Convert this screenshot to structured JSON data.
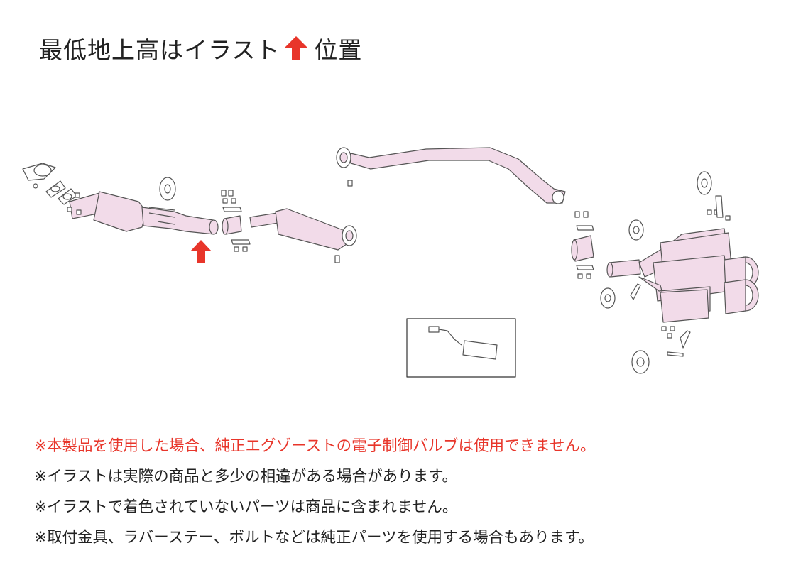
{
  "header": {
    "title_before": "最低地上高はイラスト",
    "title_after": "位置"
  },
  "colors": {
    "pipe_fill": "#f2dbe9",
    "pipe_stroke": "#555555",
    "arrow": "#e8352a",
    "warning_text": "#e8352a",
    "note_text": "#222222"
  },
  "notes": [
    "※本製品を使用した場合、純正エグゾーストの電子制御バルブは使用できません。",
    "※イラストは実際の商品と多少の相違がある場合があります。",
    "※イラストで着色されていないパーツは商品に含まれません。",
    "※取付金具、ラバーステー、ボルトなどは純正パーツを使用する場合もあります。"
  ]
}
